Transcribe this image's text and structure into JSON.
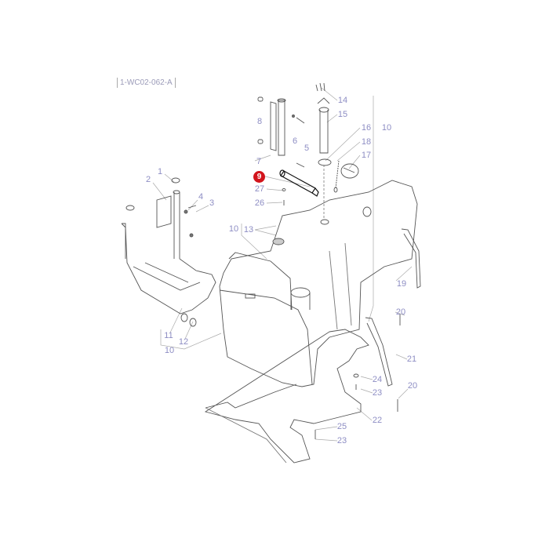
{
  "diagram": {
    "reference_code": "1-WC02-062-A",
    "highlighted_part": "9",
    "highlight_color": "#d2141c",
    "label_color": "#8e8ec4",
    "labels": {
      "l1": "1",
      "l2": "2",
      "l3": "3",
      "l4": "4",
      "l5": "5",
      "l6": "6",
      "l7": "7",
      "l8": "8",
      "l10a": "10",
      "l10b": "10",
      "l10c": "10",
      "l11": "11",
      "l12": "12",
      "l13": "13",
      "l14": "14",
      "l15": "15",
      "l16": "16",
      "l17": "17",
      "l18": "18",
      "l19": "19",
      "l20a": "20",
      "l20b": "20",
      "l21": "21",
      "l22": "22",
      "l23a": "23",
      "l23b": "23",
      "l24": "24",
      "l25": "25",
      "l26": "26",
      "l27": "27"
    }
  }
}
